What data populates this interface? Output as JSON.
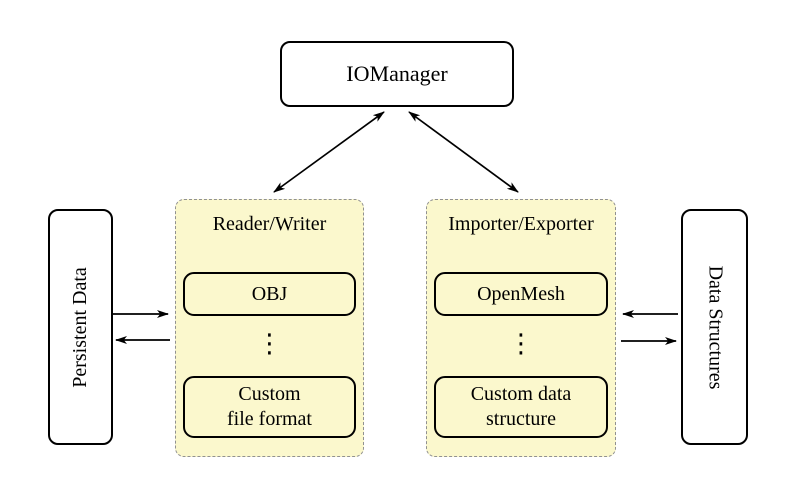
{
  "colors": {
    "background": "#ffffff",
    "container_fill": "#fbf8cd",
    "container_border": "#919191",
    "node_border": "#000000",
    "node_fill": "#ffffff",
    "arrow": "#000000"
  },
  "io_manager": {
    "label": "IOManager"
  },
  "persistent_data": {
    "label": "Persistent Data"
  },
  "data_structures": {
    "label": "Data Structures"
  },
  "reader_writer": {
    "title": "Reader/Writer",
    "box_top": {
      "line1": "OBJ"
    },
    "ellipsis": "⋮",
    "box_bottom": {
      "line1": "Custom",
      "line2": "file format"
    }
  },
  "importer_exporter": {
    "title": "Importer/Exporter",
    "box_top": {
      "line1": "OpenMesh"
    },
    "ellipsis": "⋮",
    "box_bottom": {
      "line1": "Custom data",
      "line2": "structure"
    }
  }
}
